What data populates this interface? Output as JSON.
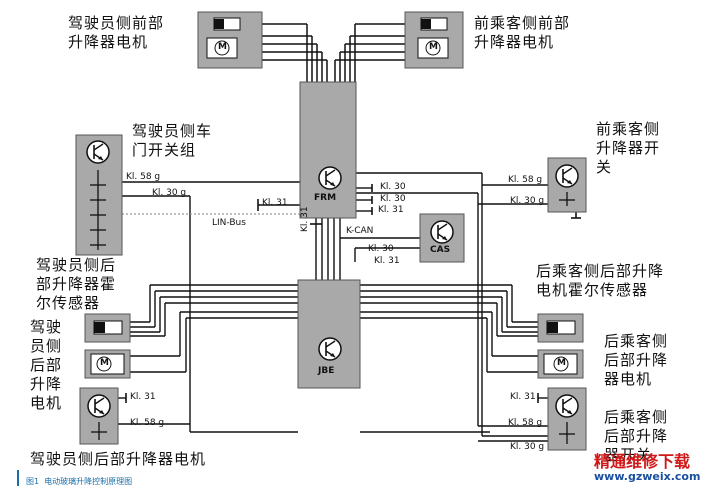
{
  "labels": {
    "driver_front_motor": [
      "驾驶员侧前部",
      "升降器电机"
    ],
    "passenger_front_motor": [
      "前乘客侧前部",
      "升降器电机"
    ],
    "driver_door_switch": [
      "驾驶员侧车",
      "门开关组"
    ],
    "passenger_switch": [
      "前乘客侧",
      "升降器开",
      "关"
    ],
    "driver_rear_hall": [
      "驾驶员侧后",
      "部升降器霍",
      "尔传感器"
    ],
    "passenger_rear_hall": [
      "后乘客侧后部升降",
      "电机霍尔传感器"
    ],
    "driver_rear_motor_side": [
      "驾驶",
      "员侧",
      "后部",
      "升降",
      "电机"
    ],
    "passenger_rear_motor": [
      "后乘客侧",
      "后部升降",
      "器电机"
    ],
    "passenger_rear_switch": [
      "后乘客侧",
      "后部升降",
      "器开关"
    ],
    "driver_rear_motor_bottom": "驾驶员侧后部升降器电机"
  },
  "modules": {
    "frm": "FRM",
    "jbe": "JBE",
    "cas": "CAS",
    "motor_symbol": "M"
  },
  "wires": {
    "kl58g": "Kl. 58 g",
    "kl30g": "Kl. 30 g",
    "kl30": "Kl. 30",
    "kl31": "Kl. 31",
    "lin_bus": "LIN-Bus",
    "k_can": "K-CAN"
  },
  "caption": {
    "figure": "图1",
    "title": "电动玻璃升降控制原理图"
  },
  "watermark": {
    "name": "精通维修下载",
    "url": "www.gzweix.com"
  },
  "colors": {
    "module_fill": "#a9a9a9",
    "wire": "#111111",
    "lin": "#999999"
  }
}
